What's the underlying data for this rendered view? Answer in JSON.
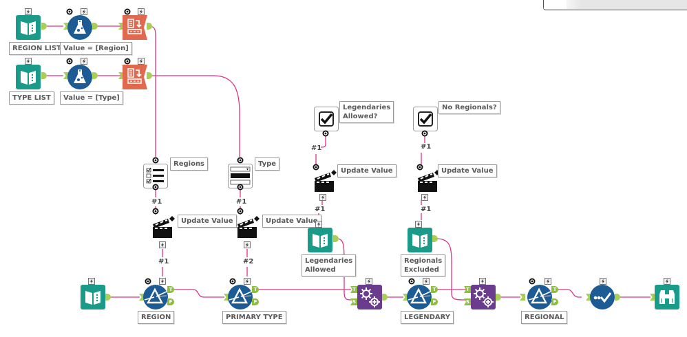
{
  "canvas": {
    "wire_color": "#e0308a",
    "anchor_color": "#a7cf57",
    "colors": {
      "input_teal": "#1a9b8a",
      "blue_tool": "#1d5b94",
      "orange_tool": "#e0694f",
      "purple_macro": "#6b3b8e",
      "browse_teal": "#1a9b8a"
    }
  },
  "nodes": {
    "region_list": {
      "label": "REGION LIST",
      "icon": "text-input-icon"
    },
    "region_formula": {
      "label": "Value = [Region]",
      "icon": "formula-icon"
    },
    "region_summarize": {
      "icon": "crosstab-icon"
    },
    "type_list": {
      "label": "TYPE LIST",
      "icon": "text-input-icon"
    },
    "type_formula": {
      "label": "Value = [Type]",
      "icon": "formula-icon"
    },
    "type_summarize": {
      "icon": "crosstab-icon"
    },
    "regions_listbox": {
      "label": "Regions",
      "icon": "list-box-icon"
    },
    "type_dropdown": {
      "label": "Type",
      "icon": "dropdown-icon"
    },
    "legendaries_checkbox": {
      "label": "Legendaries\nAllowed?",
      "icon": "check-box-icon"
    },
    "no_regionals_checkbox": {
      "label": "No Regionals?",
      "icon": "check-box-icon"
    },
    "action_region": {
      "label": "Update Value",
      "icon": "action-icon"
    },
    "action_type": {
      "label": "Update Value",
      "icon": "action-icon"
    },
    "action_legendaries": {
      "label": "Update Value",
      "icon": "action-icon"
    },
    "action_regionals": {
      "label": "Update Value",
      "icon": "action-icon"
    },
    "legendaries_input": {
      "label": "Legendaries\nAllowed",
      "icon": "text-input-icon"
    },
    "regionals_input": {
      "label": "Regionals\nExcluded",
      "icon": "text-input-icon"
    },
    "main_input": {
      "icon": "text-input-icon"
    },
    "filter_region": {
      "label": "REGION",
      "icon": "filter-icon"
    },
    "filter_primary_type": {
      "label": "PRIMARY TYPE",
      "icon": "filter-icon"
    },
    "macro_legendary": {
      "icon": "macro-icon"
    },
    "filter_legendary": {
      "label": "LEGENDARY",
      "icon": "filter-icon"
    },
    "macro_regional": {
      "icon": "macro-icon"
    },
    "filter_regional": {
      "label": "REGIONAL",
      "icon": "filter-icon"
    },
    "select_records": {
      "icon": "select-icon"
    },
    "browse": {
      "icon": "browse-icon"
    }
  },
  "connection_labels": {
    "regions_to_action": "#1",
    "action_region_to_filter": "#1",
    "type_to_action": "#1",
    "action_type_to_filter": "#2",
    "legendaries_to_action": "#1",
    "action_legendaries_to_input": "#1",
    "regionals_to_action": "#1",
    "action_regionals_to_input": "#1"
  },
  "anchors": {
    "true": "T",
    "false": "F",
    "source": "S"
  }
}
